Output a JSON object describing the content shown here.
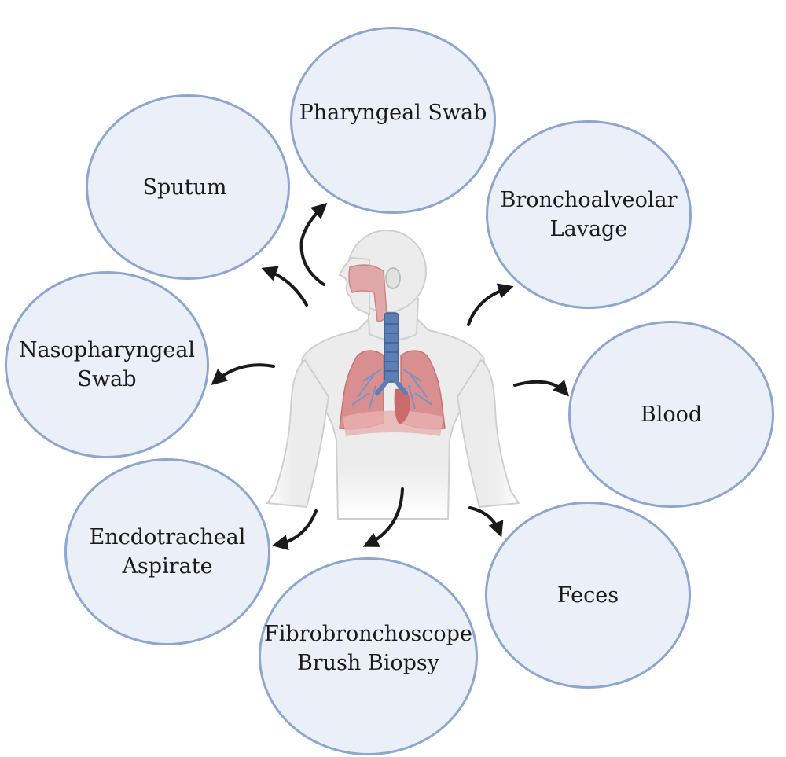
{
  "nodes": {
    "pharyngeal": "Pharyngeal Swab",
    "sputum": "Sputum",
    "bronchoalveolar": "Bronchoalveolar\nLavage",
    "nasopharyngeal": "Nasopharyngeal\nSwab",
    "blood": "Blood",
    "endotracheal": "Encdotracheal\nAspirate",
    "feces": "Feces",
    "fibro": "Fibrobronchoscope\nBrush Biopsy"
  },
  "colors": {
    "node_fill": "#ebf0f8",
    "node_border": "#8ea6cf",
    "arrow": "#1a1a1a",
    "skin": "#ececec",
    "lung": "#d98f8f",
    "trachea": "#5b7fb5"
  },
  "icons": [
    "human-torso-icon",
    "lungs-icon",
    "trachea-icon"
  ]
}
